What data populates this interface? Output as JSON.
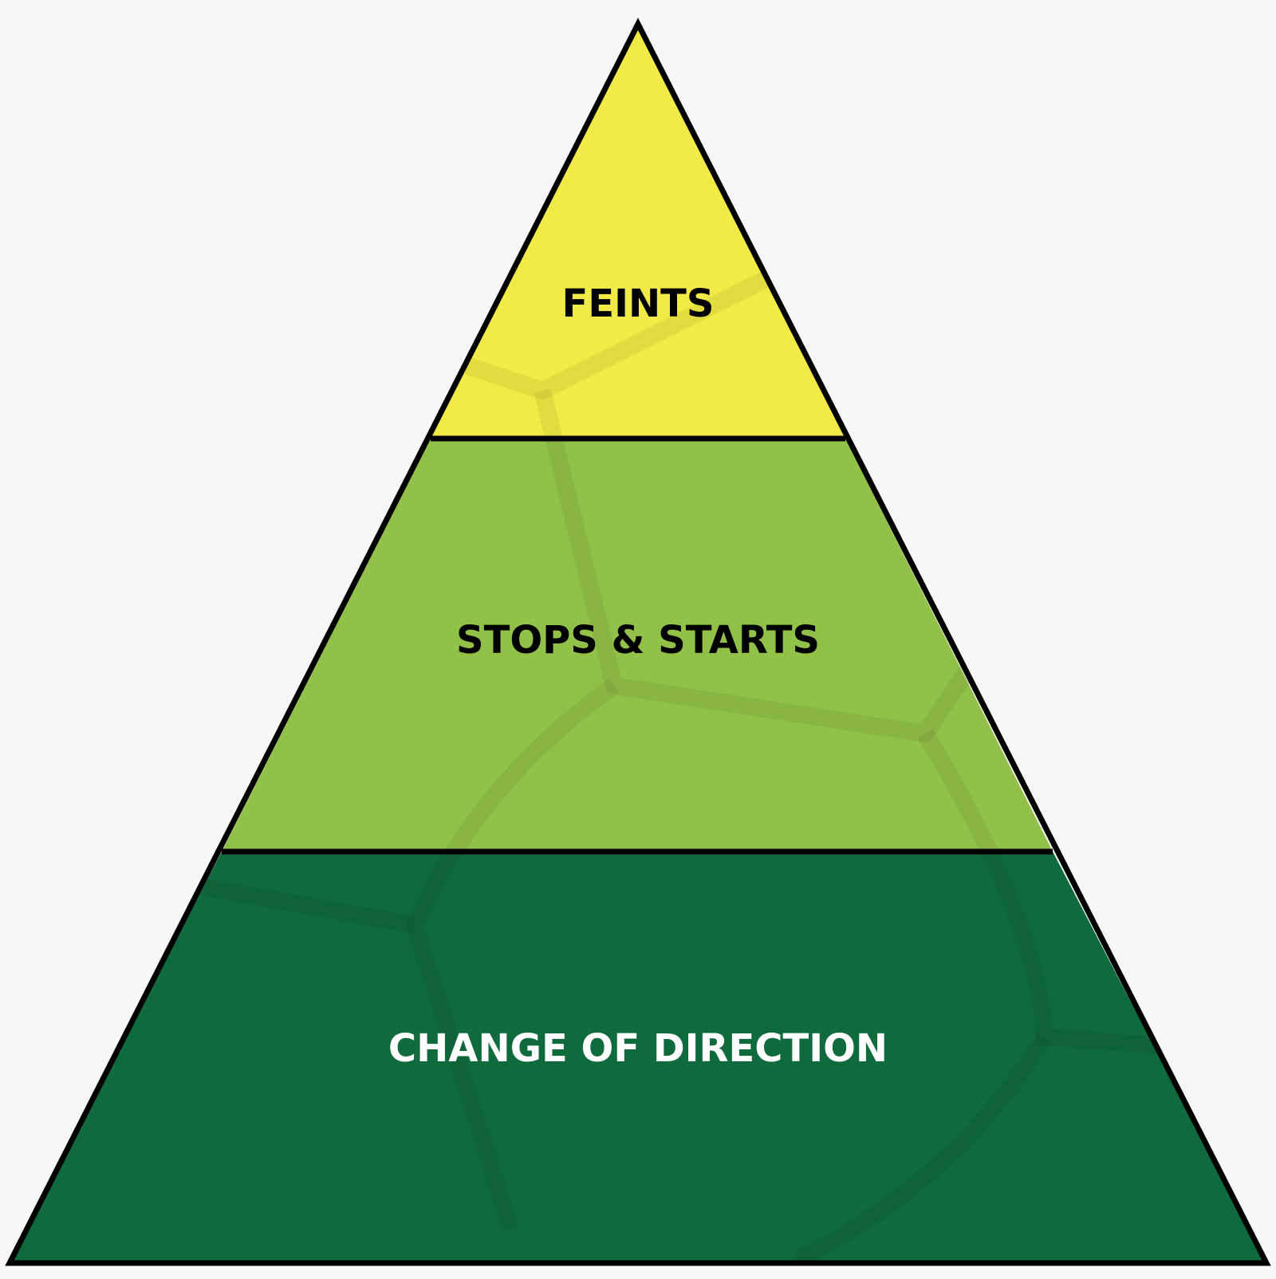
{
  "diagram": {
    "type": "pyramid",
    "tiers": [
      {
        "label": "FEINTS",
        "fill": "#f2ea46",
        "text_color": "#000000"
      },
      {
        "label": "STOPS & STARTS",
        "fill": "#92c14a",
        "text_color": "#000000"
      },
      {
        "label": "CHANGE OF DIRECTION",
        "fill": "#0f6b3b",
        "text_color": "#ffffff"
      }
    ],
    "outline_color": "#000000",
    "background": "#f7f7f7"
  }
}
